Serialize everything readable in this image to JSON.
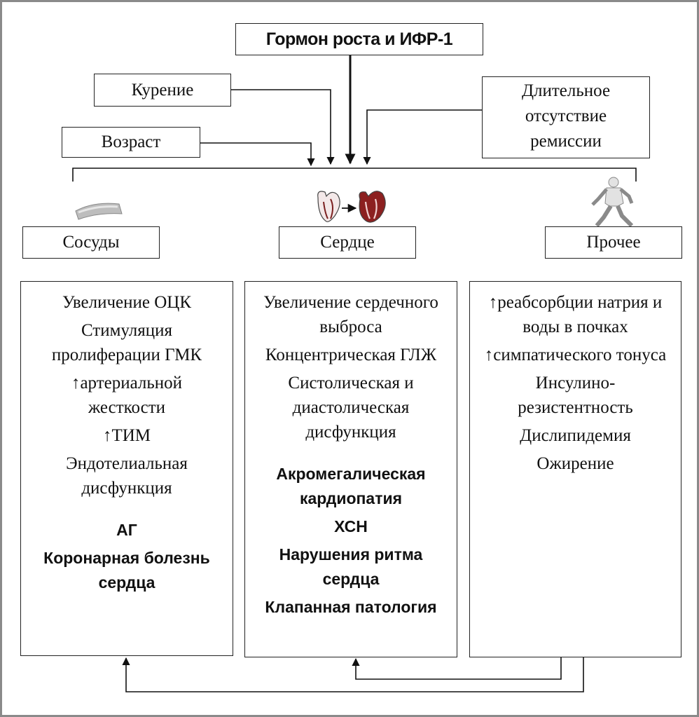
{
  "top": {
    "title": "Гормон роста и ИФР-1"
  },
  "factors": {
    "smoking": "Курение",
    "age": "Возраст",
    "remission": [
      "Длительное",
      "отсутствие",
      "ремиссии"
    ]
  },
  "icons": [
    "vessel-icon",
    "heart-remodeling-icon",
    "human-figure-icon"
  ],
  "categories": {
    "vessels": "Сосуды",
    "heart": "Сердце",
    "other": "Прочее"
  },
  "columns": {
    "vessels": {
      "items": [
        "Увеличение ОЦК",
        "Стимуляция пролиферации ГМК",
        "↑артериальной жесткости",
        "↑ТИМ",
        "Эндотелиальная дисфункция"
      ],
      "outcomes": [
        "АГ",
        "Коронарная болезнь сердца"
      ]
    },
    "heart": {
      "items": [
        "Увеличение сердечного выброса",
        "Концентрическая ГЛЖ",
        "Систолическая и диастолическая дисфункция"
      ],
      "outcomes": [
        "Акромегалическая кардиопатия",
        "ХСН",
        "Нарушения ритма сердца",
        "Клапанная патология"
      ]
    },
    "other": {
      "items": [
        "↑реабсорбции натрия и воды в почках",
        "↑симпатического тонуса",
        "Инсулино-резистентность",
        "Дислипидемия",
        "Ожирение"
      ]
    }
  }
}
